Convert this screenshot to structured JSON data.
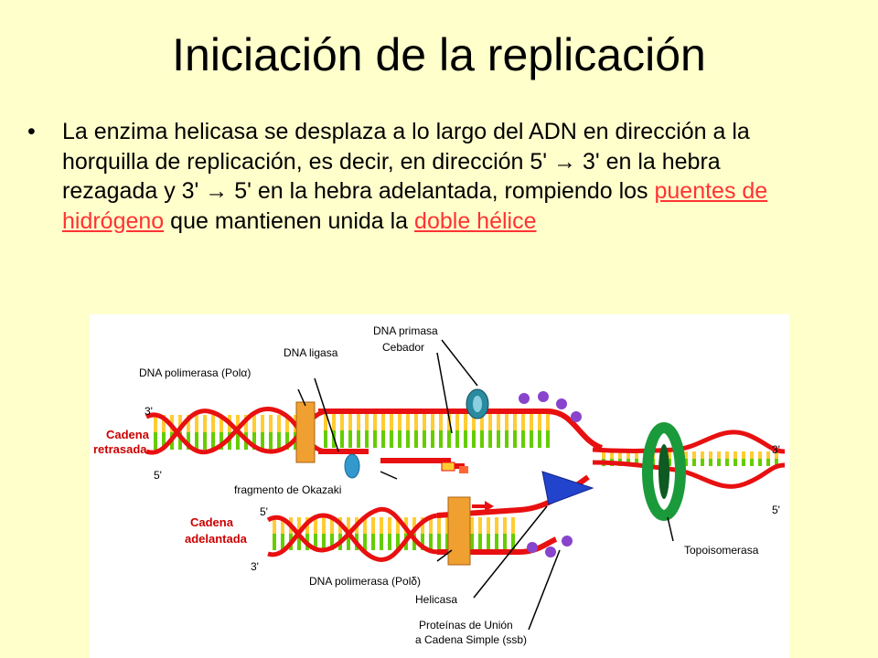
{
  "slide": {
    "title": "Iniciación de la replicación",
    "bullet": {
      "marker": "•",
      "text_before": "La enzima helicasa se desplaza a lo largo del ADN en dirección a la horquilla de replicación, es decir, en dirección 5' → 3' en la hebra rezagada y 3' → 5' en la hebra adelantada, rompiendo los ",
      "link1": "puentes de hidrógeno",
      "text_middle": " que mantienen unida la ",
      "link2": "doble hélice"
    }
  },
  "colors": {
    "background": "#ffffcc",
    "link": "#ff3333",
    "strand_red": "#e81010",
    "base_green": "#66cc00",
    "base_yellow": "#ffcc33",
    "polymerase_orange": "#f0a030",
    "ligase_blue": "#3399cc",
    "primase_teal": "#2a8aa0",
    "topoisomerase_green": "#1a9a3a",
    "ssb_purple": "#8844cc",
    "helicase_blue": "#2244cc"
  },
  "diagram": {
    "labels": {
      "dna_primasa": "DNA primasa",
      "cebador": "Cebador",
      "dna_ligasa": "DNA ligasa",
      "dna_pol_alpha": "DNA polimerasa (Polα)",
      "cadena_retrasada_1": "Cadena",
      "cadena_retrasada_2": "retrasada",
      "fragmento_okazaki": "fragmento de Okazaki",
      "cadena_adelantada_1": "Cadena",
      "cadena_adelantada_2": "adelantada",
      "dna_pol_delta": "DNA polimerasa (Polδ)",
      "helicasa": "Helicasa",
      "ssb_1": "Proteínas de Unión",
      "ssb_2": "a Cadena Simple (ssb)",
      "topoisomerasa": "Topoisomerasa"
    },
    "primes": {
      "upper_left_top": "3'",
      "upper_left_bottom": "5'",
      "lower_left_top": "5'",
      "lower_left_bottom": "3'",
      "right_top": "3'",
      "right_bottom": "5'"
    }
  }
}
